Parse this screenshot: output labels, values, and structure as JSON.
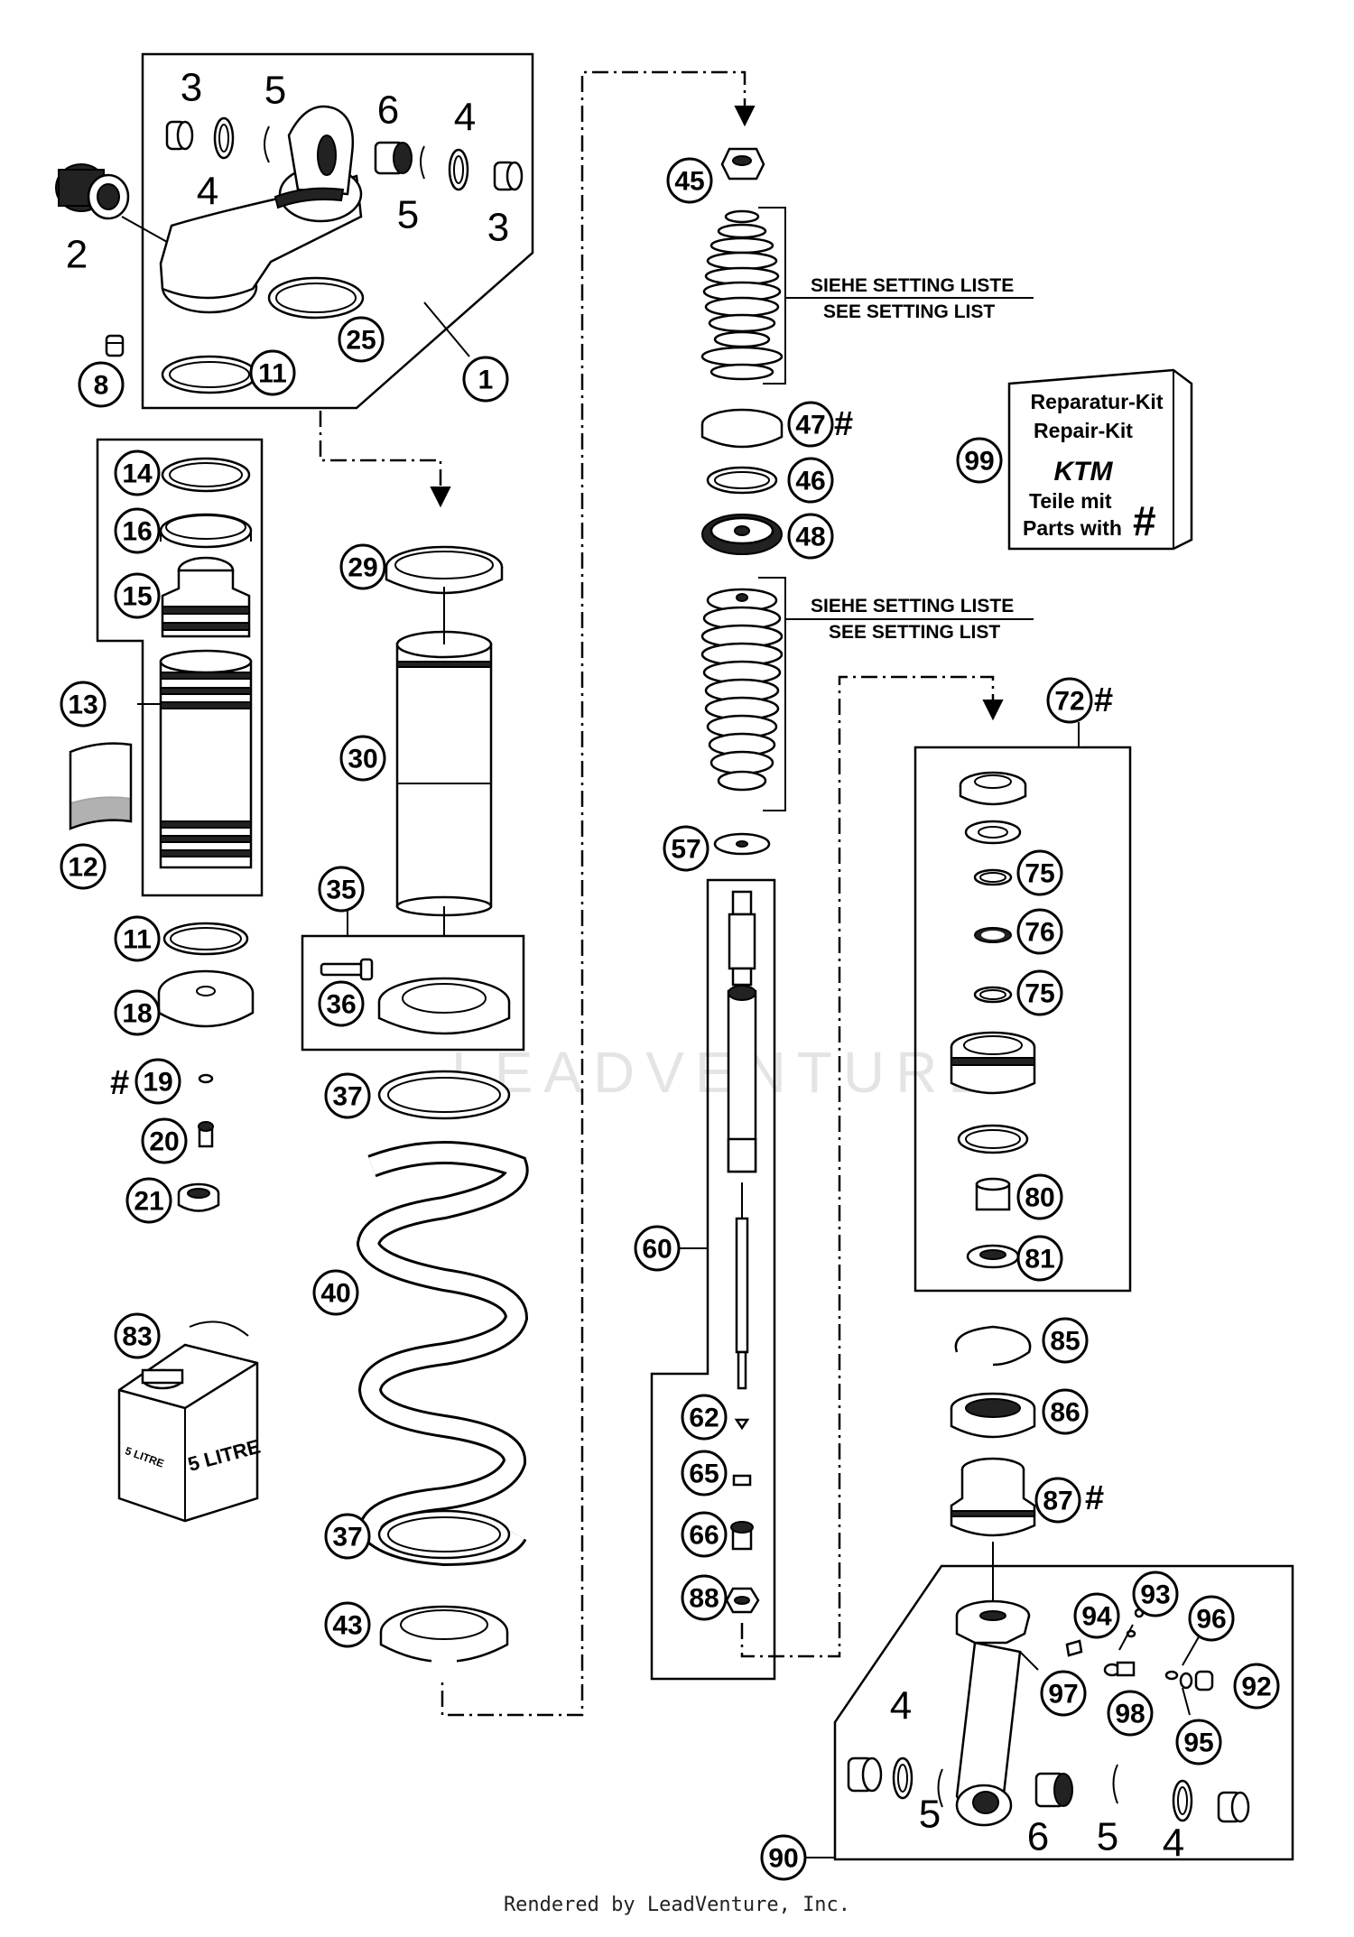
{
  "watermark": "LEADVENTURE",
  "footer": "Rendered by LeadVenture, Inc.",
  "setting_note": {
    "line1": "SIEHE SETTING LISTE",
    "line2": "SEE SETTING LIST"
  },
  "kit": {
    "line1": "Reparatur-Kit",
    "line2": "Repair-Kit",
    "logo": "KTM",
    "line3": "Teile mit",
    "line4": "Parts with",
    "symbol": "#"
  },
  "oil_can": {
    "label": "5 LITRE",
    "small_label": "5 LITRE"
  },
  "hash_symbol": "#",
  "callouts": {
    "c3a": "3",
    "c5a": "5",
    "c6a": "6",
    "c4a": "4",
    "c4b": "4",
    "c5b": "5",
    "c3b": "3",
    "c2": "2",
    "c8": "8",
    "c11a": "11",
    "c25": "25",
    "c1": "1",
    "c14": "14",
    "c16": "16",
    "c15": "15",
    "c13": "13",
    "c12": "12",
    "c11b": "11",
    "c18": "18",
    "c19": "19",
    "c20": "20",
    "c21": "21",
    "c83": "83",
    "c29": "29",
    "c30": "30",
    "c35": "35",
    "c36": "36",
    "c37a": "37",
    "c40": "40",
    "c37b": "37",
    "c43": "43",
    "c45": "45",
    "c47": "47",
    "c46": "46",
    "c48": "48",
    "c57": "57",
    "c60": "60",
    "c62": "62",
    "c65": "65",
    "c66": "66",
    "c88": "88",
    "c99": "99",
    "c72": "72",
    "c75a": "75",
    "c76": "76",
    "c75b": "75",
    "c80": "80",
    "c81": "81",
    "c85": "85",
    "c86": "86",
    "c87": "87",
    "c93": "93",
    "c94": "94",
    "c96": "96",
    "c97": "97",
    "c98": "98",
    "c92": "92",
    "c95": "95",
    "c90": "90",
    "c4c": "4",
    "c5c": "5",
    "c6b": "6",
    "c5d": "5",
    "c4d": "4"
  }
}
